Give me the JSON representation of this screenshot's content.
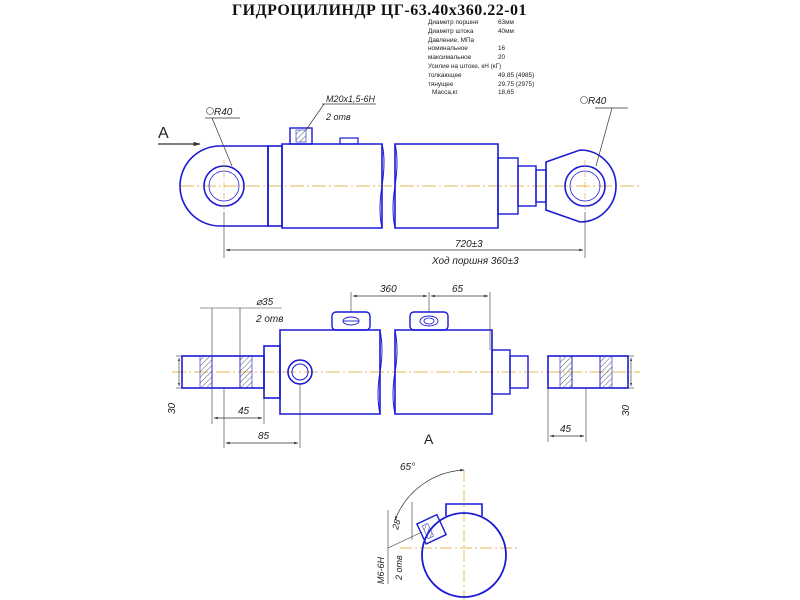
{
  "title": "ГИДРОЦИЛИНДР  ЦГ-63.40х360.22-01",
  "specs": [
    {
      "label": "Диаметр поршня",
      "value": "63мм"
    },
    {
      "label": "Диаметр штока",
      "value": "40мм"
    },
    {
      "label": "Давление, МПа",
      "value": ""
    },
    {
      "label": "номинальное",
      "value": "16"
    },
    {
      "label": "максимальное",
      "value": "20"
    },
    {
      "label": "Усилие на штоке, кН (кГ)",
      "value": ""
    },
    {
      "label": "толкающее",
      "value": "49.85 (4985)"
    },
    {
      "label": "тянущее",
      "value": "29.75 (2975)"
    },
    {
      "label": "Масса,кг",
      "value": "18,65"
    }
  ],
  "labels": {
    "view_a": "А",
    "view_a_section": "А",
    "radius_left": "R40",
    "radius_right": "R40",
    "thread_top": "М20х1,5-6Н",
    "thread_top_count": "2 отв",
    "length_total": "720±3",
    "stroke": "Ход поршня 360±3",
    "dim_360": "360",
    "dim_65": "65",
    "dia_35": "⌀35",
    "dia_35_count": "2 отв",
    "dim_30_left": "30",
    "dim_45_left": "45",
    "dim_85": "85",
    "dim_30_right": "30",
    "dim_45_right": "45",
    "angle_65": "65°",
    "dim_28": "28",
    "thread_m6": "М6-6Н",
    "thread_m6_count": "2 отв"
  },
  "colors": {
    "outline": "#1a1ad6",
    "centerline": "#e0a020",
    "dimension": "#333333",
    "hatch": "#555555"
  }
}
